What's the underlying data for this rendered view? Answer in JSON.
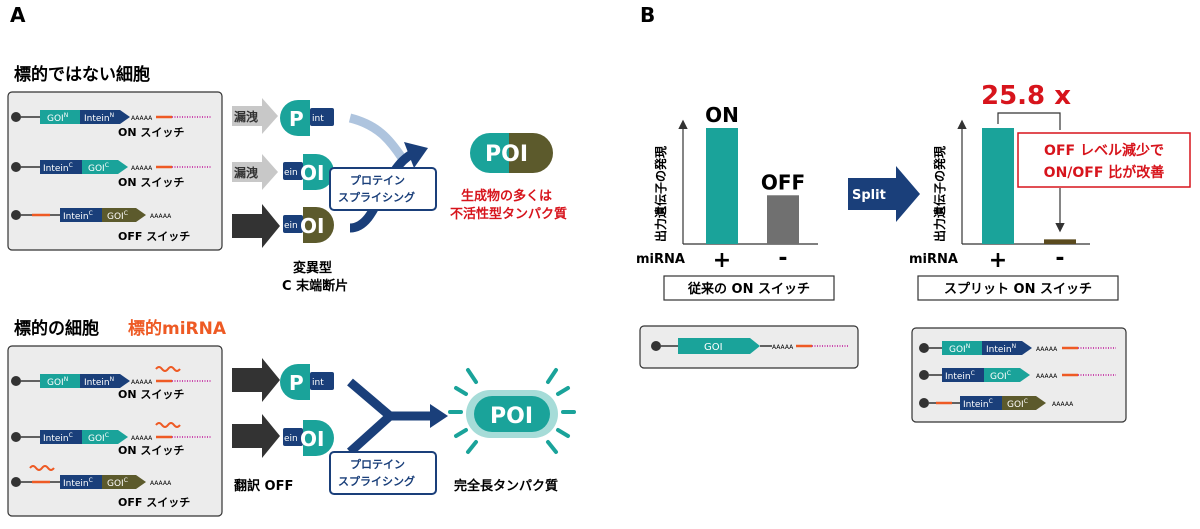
{
  "panel_a": {
    "label": "A",
    "nontarget_title": "標的ではない細胞",
    "target_title": "標的の細胞",
    "target_mirna": "標的miRNA",
    "leak": "漏洩",
    "mutant_line1": "変異型",
    "mutant_line2": "C 末端断片",
    "splicing_line1": "プロテイン",
    "splicing_line2": "スプライシング",
    "inactive_line1": "生成物の多くは",
    "inactive_line2": "不活性型タンパク質",
    "translation_off": "翻訳 OFF",
    "full_length": "完全長タンパク質",
    "poi": "POI",
    "on_switch": "ON スイッチ",
    "off_switch": "OFF スイッチ",
    "goi": "GOI",
    "intein": "Intein",
    "sup_n": "N",
    "sup_c": "C",
    "polya": "AAAAA",
    "frag_int": "int",
    "frag_ein": "ein",
    "frag_p": "P",
    "frag_oi": "OI"
  },
  "panel_b": {
    "label": "B",
    "ylabel": "出力遺伝子の発現",
    "mirna": "miRNA",
    "plus": "+",
    "minus": "-",
    "on_label": "ON",
    "off_label": "OFF",
    "split_arrow": "Split",
    "fold": "25.8 x",
    "note_line1": "OFF レベル減少で",
    "note_line2": "ON/OFF 比が改善",
    "conventional": "従来の ON スイッチ",
    "split_switch": "スプリット ON スイッチ",
    "goi": "GOI"
  },
  "chart_data": [
    {
      "type": "bar",
      "title": "従来の ON スイッチ",
      "ylabel": "出力遺伝子の発現",
      "xlabel": "miRNA",
      "categories": [
        "+",
        "-"
      ],
      "bar_labels": [
        "ON",
        "OFF"
      ],
      "values": [
        1.0,
        0.42
      ],
      "colors": [
        "#1aa39a",
        "#707070"
      ]
    },
    {
      "type": "bar",
      "title": "スプリット ON スイッチ",
      "ylabel": "出力遺伝子の発現",
      "xlabel": "miRNA",
      "categories": [
        "+",
        "-"
      ],
      "values": [
        1.0,
        0.04
      ],
      "colors": [
        "#1aa39a",
        "#5a4a1e"
      ],
      "annotation": "25.8 x"
    }
  ],
  "colors": {
    "teal": "#1aa39a",
    "navy": "#1a3f7a",
    "olive": "#5c5a2c",
    "orange": "#ee5a24",
    "magenta": "#c0159a",
    "red": "#d7141c",
    "gray_box": "#ececec",
    "gray_bar": "#707070"
  }
}
